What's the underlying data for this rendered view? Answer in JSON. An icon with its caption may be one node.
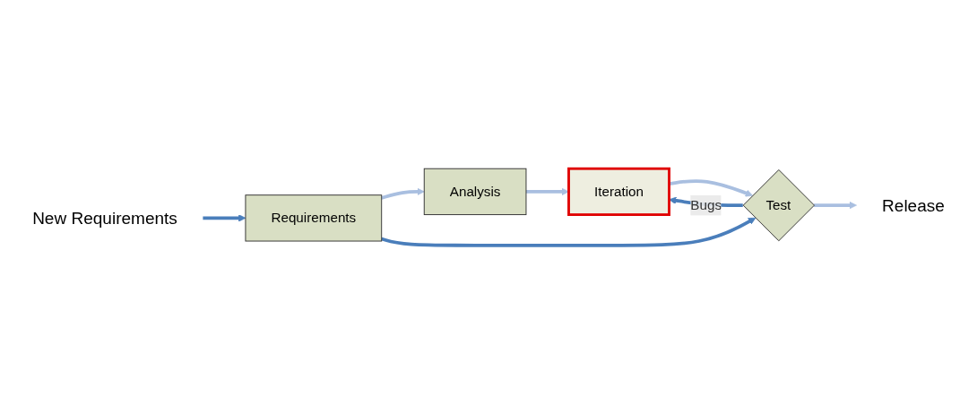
{
  "diagram": {
    "nodes": [
      {
        "text": [
          "New Requirements"
        ]
      },
      {
        "text": [
          "Requirements"
        ]
      },
      {
        "text": [
          "Analysis"
        ]
      },
      {
        "text": [
          "Iteration"
        ]
      },
      {
        "text": [
          "Test"
        ]
      },
      {
        "text": [
          "Release"
        ]
      }
    ],
    "edges": [
      {
        "from": 0,
        "to": 1,
        "arrow": "to",
        "color": "#4a7ebb"
      },
      {
        "from": 1,
        "to": 2,
        "arrow": "to"
      },
      {
        "from": 2,
        "to": 3,
        "arrow": "to"
      },
      {
        "from": 3,
        "to": 4,
        "arrow": "to"
      },
      {
        "from": 4,
        "to": 3,
        "arrow": "to",
        "label": "Bugs",
        "color": "#4a7ebb"
      },
      {
        "from": 4,
        "to": 5,
        "arrow": "to"
      },
      {
        "from": 1,
        "to": 4,
        "arrow": "to",
        "color": "#4a7ebb"
      }
    ]
  }
}
